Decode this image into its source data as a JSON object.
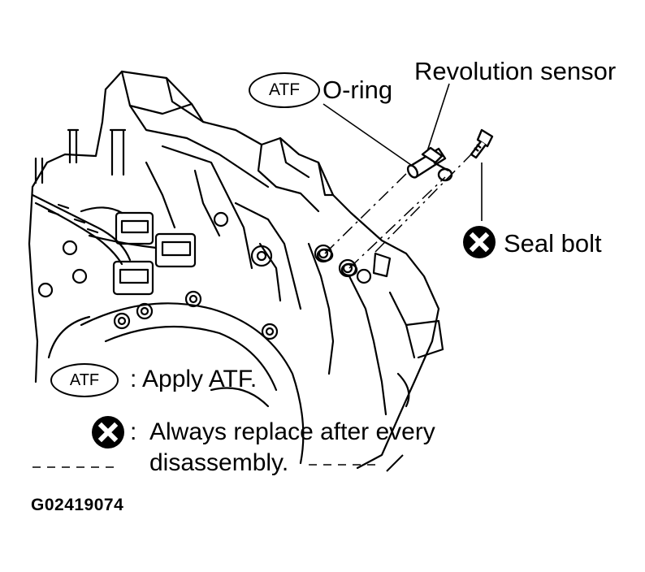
{
  "callouts": {
    "atf_badge": "ATF",
    "o_ring": "O-ring",
    "revolution_sensor": "Revolution sensor",
    "seal_bolt": "Seal bolt"
  },
  "legend": {
    "atf_badge": "ATF",
    "atf_text": ": Apply ATF.",
    "replace_colon": ":",
    "replace_line1": "Always replace after every",
    "replace_line2": "disassembly."
  },
  "figure_code": "G02419074",
  "icons": {
    "atf_symbol": "atf-oval-icon",
    "replace_symbol": "x-circle-icon"
  },
  "colors": {
    "line": "#000000",
    "background": "#ffffff"
  }
}
